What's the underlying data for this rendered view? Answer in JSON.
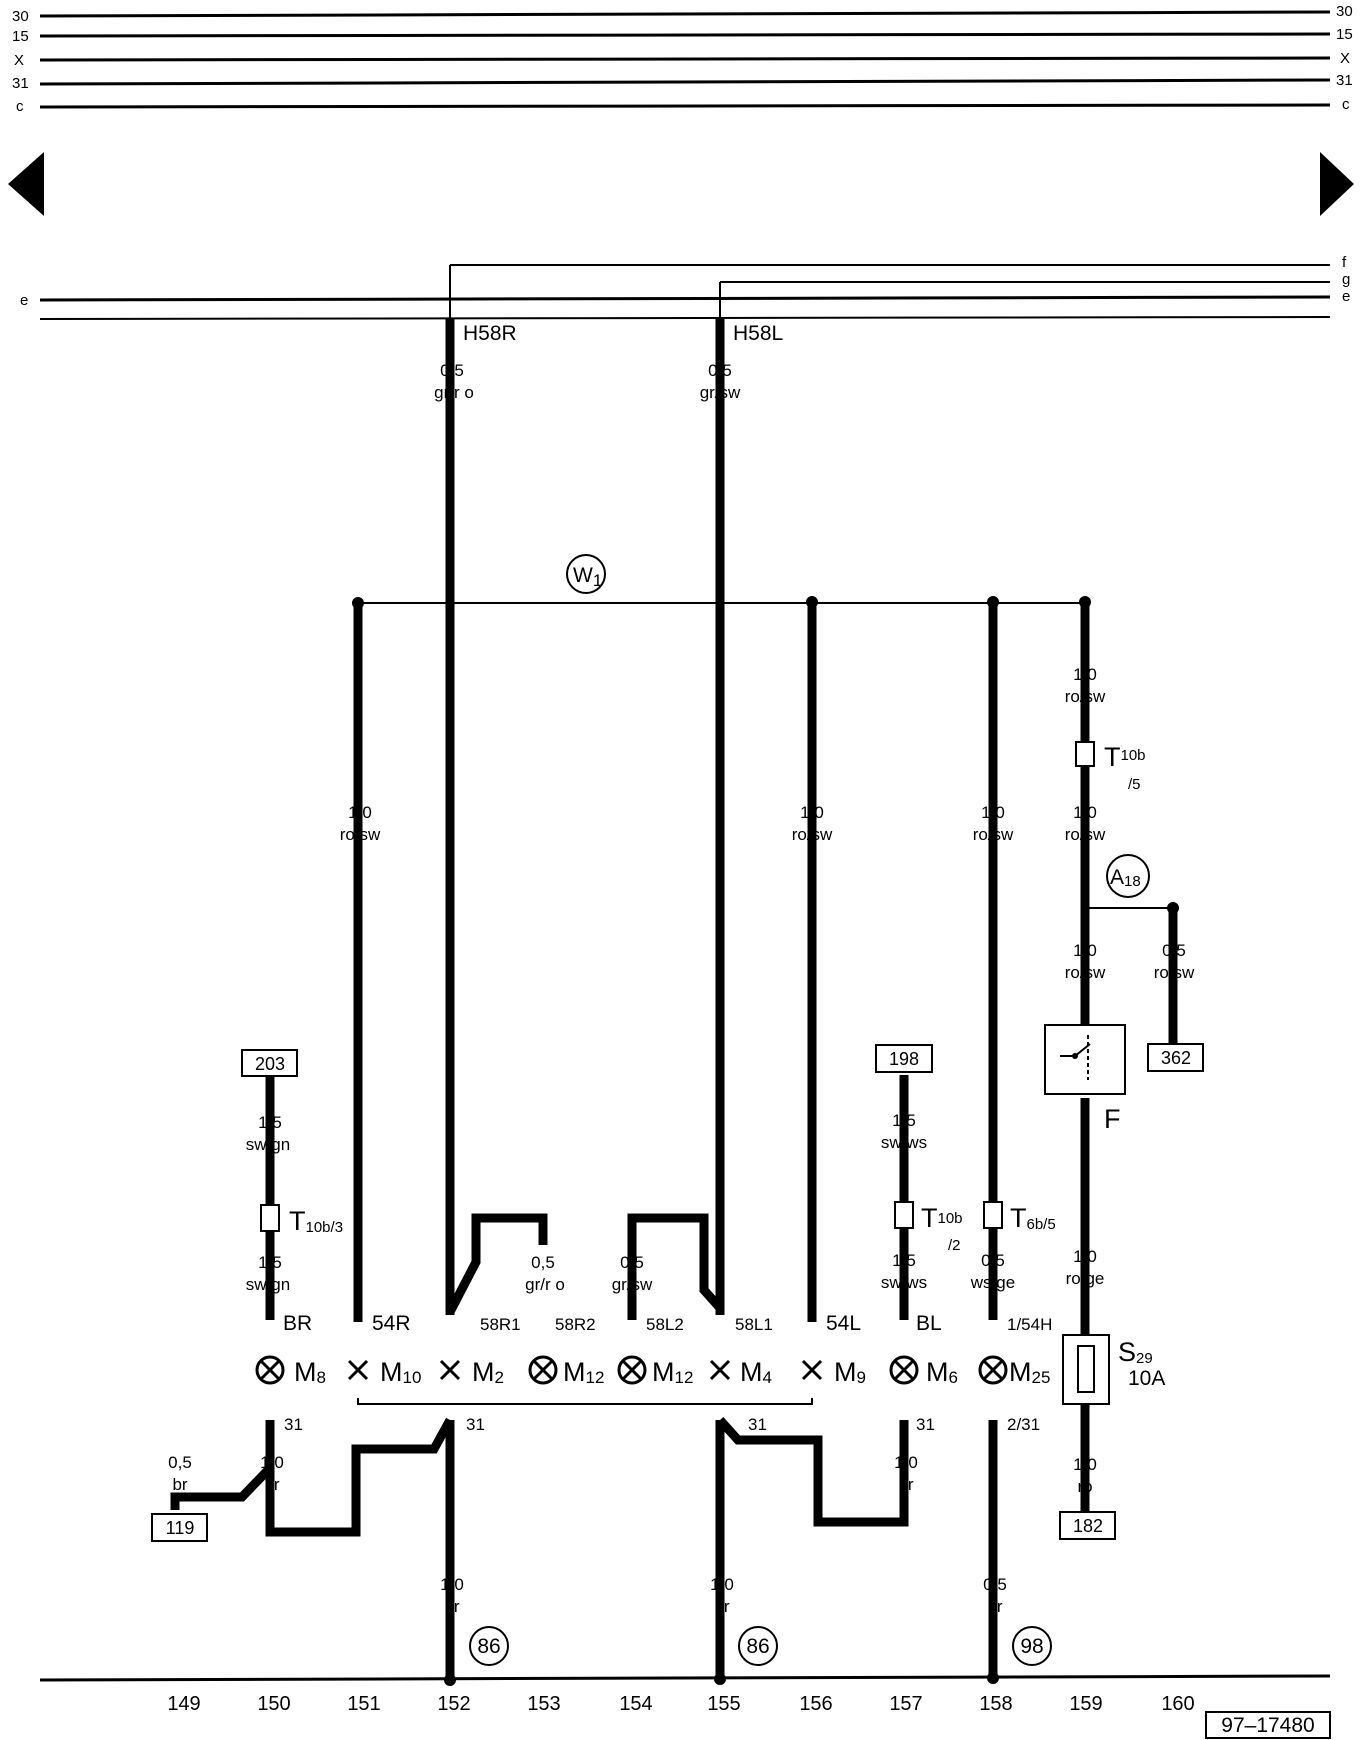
{
  "rails": {
    "r30": "30",
    "r15": "15",
    "rX": "X",
    "r31": "31",
    "rc": "c",
    "f": "f",
    "g": "g",
    "e": "e"
  },
  "nav": {
    "prev": "previous-page-arrow",
    "next": "next-page-arrow"
  },
  "terms": {
    "h58r": "H58R",
    "h58l": "H58L"
  },
  "wires": {
    "h58r_size": "0,5",
    "h58r_color": "gr/r o",
    "h58l_size": "0,5",
    "h58l_color": "gr/sw",
    "m10_size": "1,0",
    "m10_color": "ro/sw",
    "m9_size": "1,0",
    "m9_color": "ro/sw",
    "m25_size": "1,0",
    "m25_color": "ro/sw",
    "s29a_size": "1,0",
    "s29a_color": "ro/sw",
    "s29b_size": "1,0",
    "s29b_color": "ro/sw",
    "s29c_size": "1,0",
    "s29c_color": "ro/sw",
    "a18_size": "0,5",
    "a18_color": "ro/sw",
    "m8a_size": "1,5",
    "m8a_color": "sw/gn",
    "m8b_size": "1,5",
    "m8b_color": "sw/gn",
    "m6a_size": "1,5",
    "m6a_color": "sw/ws",
    "m6b_size": "1,5",
    "m6b_color": "sw/ws",
    "m25b_size": "0,5",
    "m25b_color": "ws/ge",
    "m12r_size": "0,5",
    "m12r_color": "gr/r o",
    "m12l_size": "0,5",
    "m12l_color": "gr/sw",
    "fge_size": "1,0",
    "fge_color": "ro/ge",
    "s29d_size": "1,0",
    "s29d_color": "ro",
    "g119_size": "0,5",
    "g119_color": "br",
    "m8g_size": "1,0",
    "m8g_color": "br",
    "m6g_size": "1,0",
    "m6g_color": "br",
    "g152_size": "1,0",
    "g152_color": "br",
    "g155_size": "1,0",
    "g155_color": "br",
    "g158_size": "0,5",
    "g158_color": "br"
  },
  "components": {
    "w1": "W",
    "w1_sub": "1",
    "a18": "A",
    "a18_sub": "18",
    "m8": "M",
    "m8_sub": "8",
    "m10": "M",
    "m10_sub": "10",
    "m2": "M",
    "m2_sub": "2",
    "m12a": "M",
    "m12a_sub": "12",
    "m12b": "M",
    "m12b_sub": "12",
    "m4": "M",
    "m4_sub": "4",
    "m9": "M",
    "m9_sub": "9",
    "m6": "M",
    "m6_sub": "6",
    "m25": "M",
    "m25_sub": "25",
    "f": "F",
    "s29": "S",
    "s29_sub": "29",
    "s29_rating": "10A"
  },
  "connectors": {
    "t10b5": "T",
    "t10b5_sub": "10b",
    "t10b5_pin": "/5",
    "t10b3": "T",
    "t10b3_sub": "10b/3",
    "t10b2": "T",
    "t10b2_sub": "10b",
    "t10b2_pin": "/2",
    "t6b5": "T",
    "t6b5_sub": "6b/5"
  },
  "pins": {
    "br": "BR",
    "r54": "54R",
    "r58r1": "58R1",
    "r58r2": "58R2",
    "l58l2": "58L2",
    "l58l1": "58L1",
    "l54": "54L",
    "bl": "BL",
    "h54": "1/54H",
    "g31a": "31",
    "g31b": "31",
    "g31c": "31",
    "g31d": "31",
    "g231": "2/31"
  },
  "refs": {
    "b203": "203",
    "b198": "198",
    "b362": "362",
    "b119": "119",
    "b182": "182"
  },
  "grounds": {
    "g86a": "86",
    "g86b": "86",
    "g98": "98"
  },
  "columns": [
    "149",
    "150",
    "151",
    "152",
    "153",
    "154",
    "155",
    "156",
    "157",
    "158",
    "159",
    "160"
  ],
  "drawing_id": "97–17480"
}
